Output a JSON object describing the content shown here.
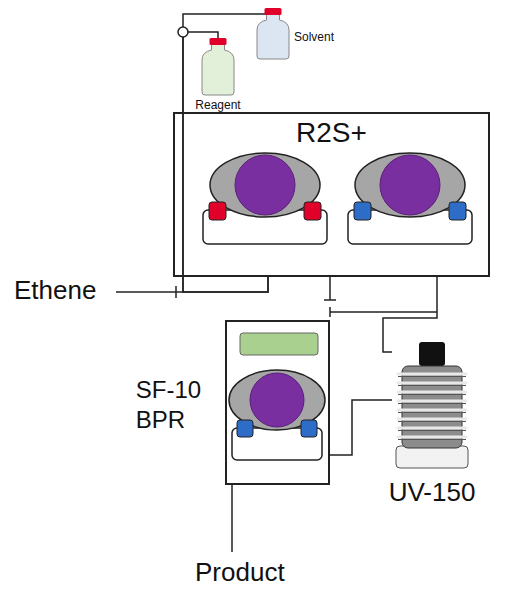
{
  "diagram": {
    "nodes": [
      {
        "text": [
          "Reagent"
        ]
      },
      {
        "text": [
          "Solvent"
        ]
      },
      {
        "text": [
          "R2S+"
        ]
      },
      {
        "text": [
          "SF-10 BPR"
        ]
      },
      {
        "text": [
          "UV-150"
        ]
      }
    ],
    "edges": [
      {
        "from": 1,
        "to": 2,
        "arrow": "none"
      },
      {
        "from": 0,
        "to": 2,
        "arrow": "none"
      },
      {
        "from": 2,
        "to": 4,
        "arrow": "none"
      },
      {
        "from": 4,
        "to": 3,
        "arrow": "none"
      }
    ],
    "labels": [
      "Ethene",
      "Product"
    ]
  }
}
